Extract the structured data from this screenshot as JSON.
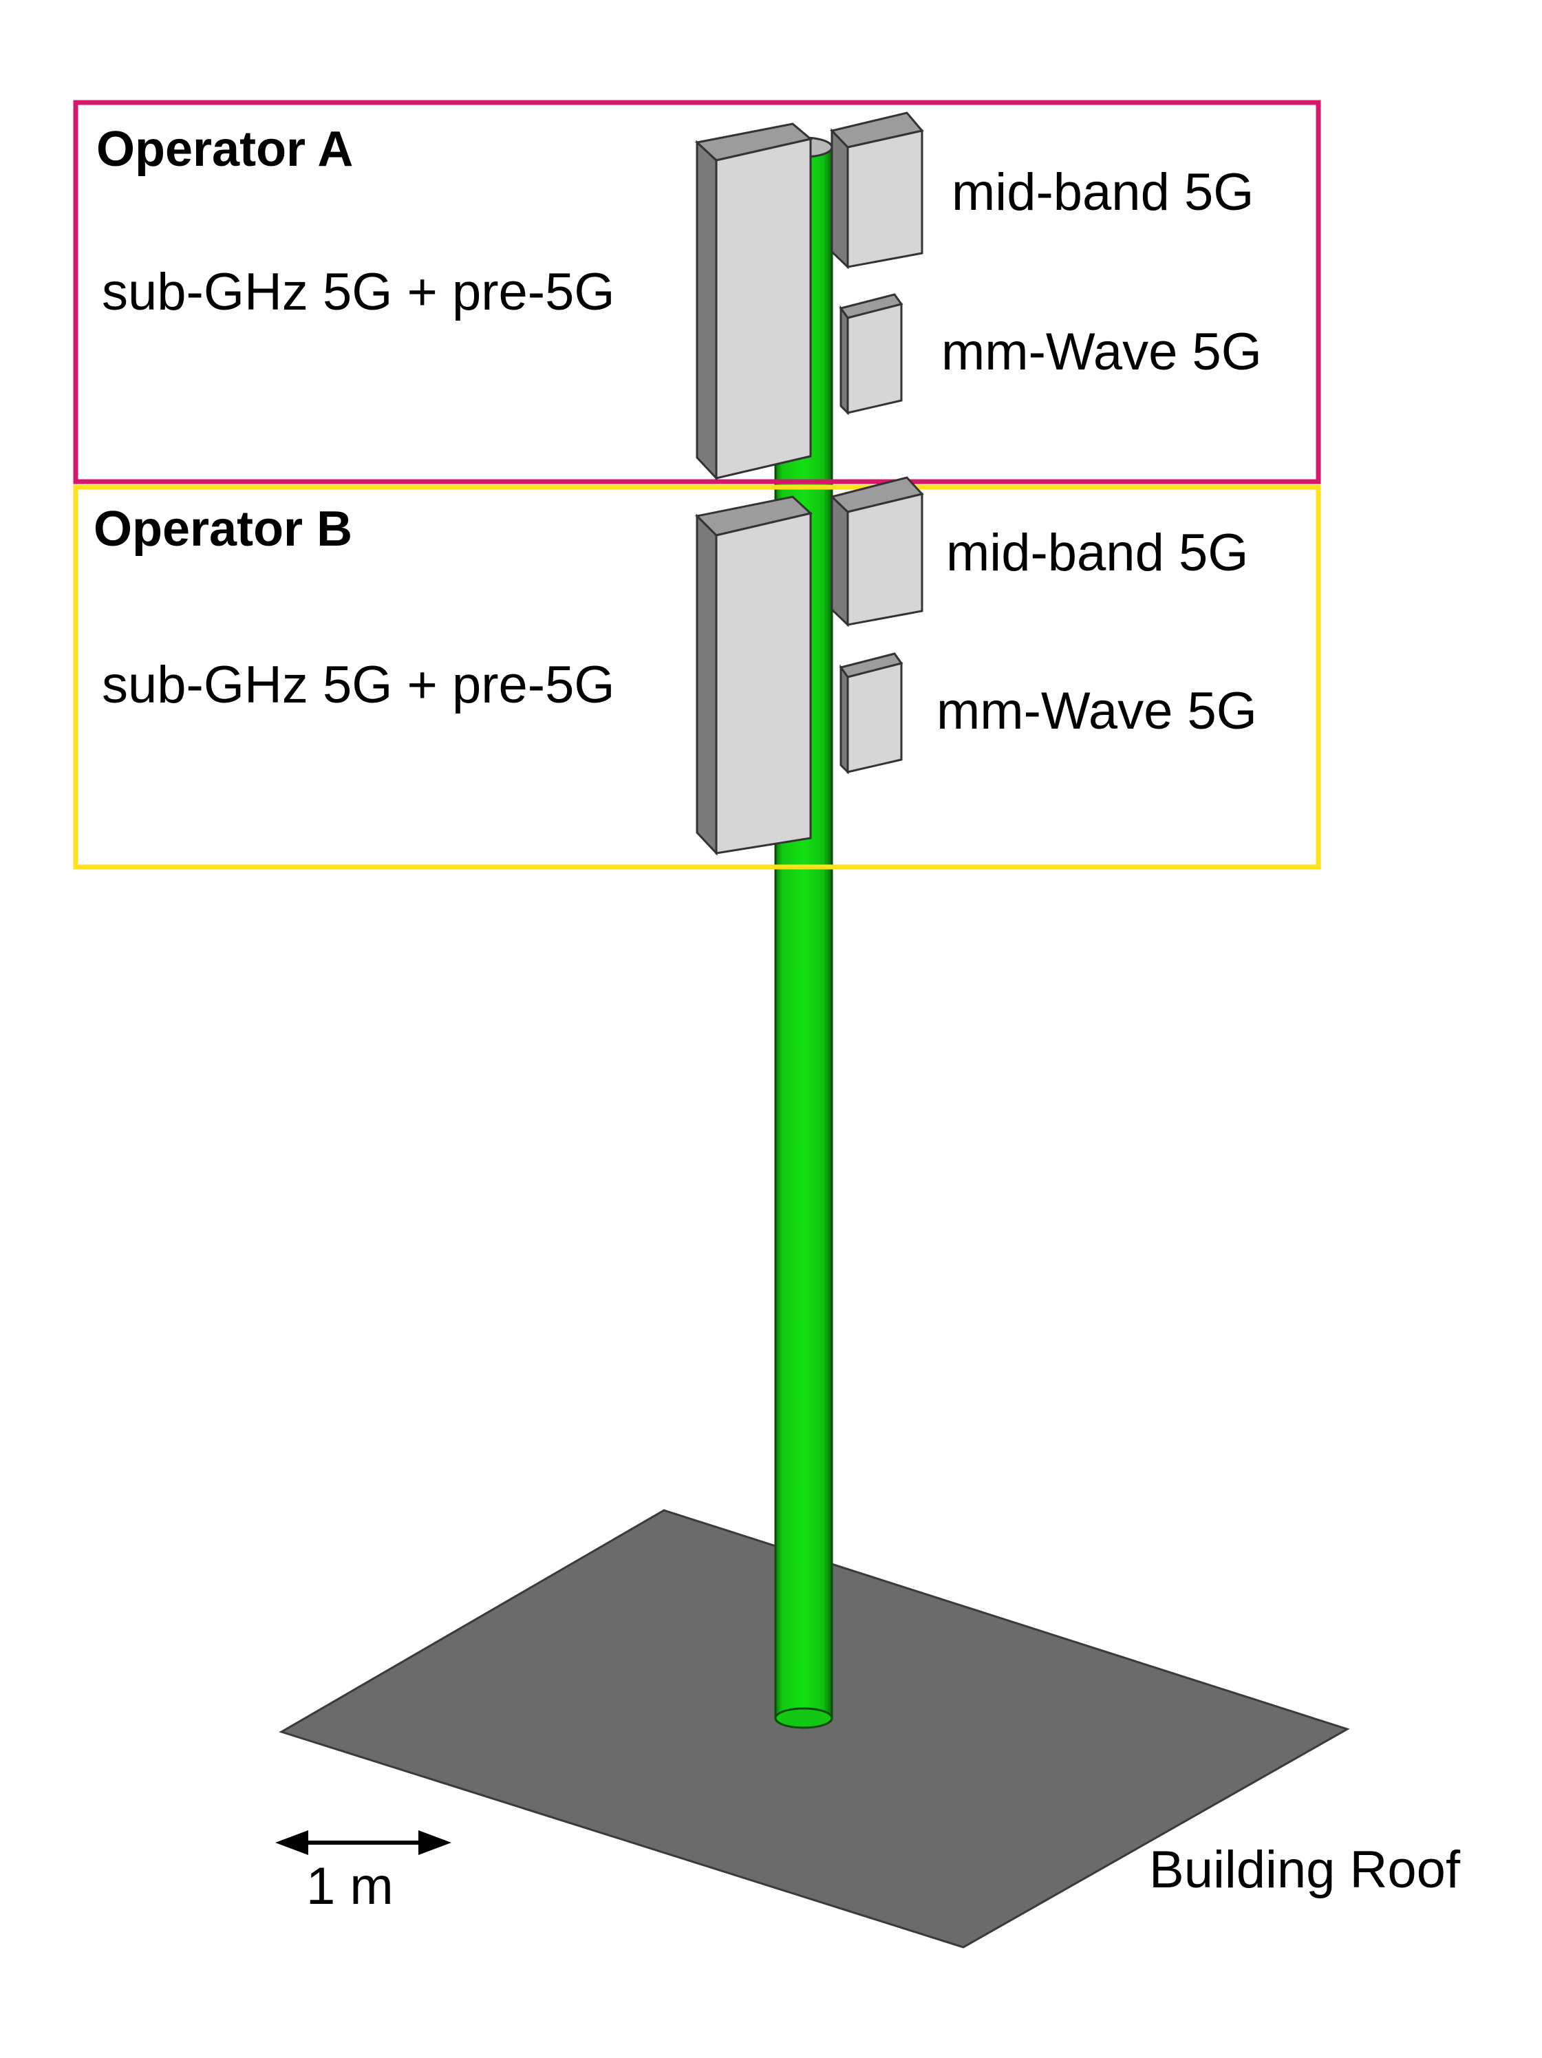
{
  "operators": [
    {
      "name": "Operator A",
      "border_color": "#d6186c",
      "labels": {
        "sub_ghz": "sub-GHz 5G + pre-5G",
        "mid_band": "mid-band 5G",
        "mm_wave": "mm-Wave 5G"
      }
    },
    {
      "name": "Operator B",
      "border_color": "#ffe21c",
      "labels": {
        "sub_ghz": "sub-GHz 5G + pre-5G",
        "mid_band": "mid-band 5G",
        "mm_wave": "mm-Wave 5G"
      }
    }
  ],
  "scale_bar": {
    "label": "1 m"
  },
  "roof": {
    "label": "Building Roof",
    "color": "#6b6b6b"
  },
  "colors": {
    "pole": "#12dd12",
    "pole_dark": "#0a8a0a",
    "antenna_front": "#d6d6d6",
    "antenna_side": "#7b7b7b",
    "antenna_top": "#9c9c9c"
  }
}
